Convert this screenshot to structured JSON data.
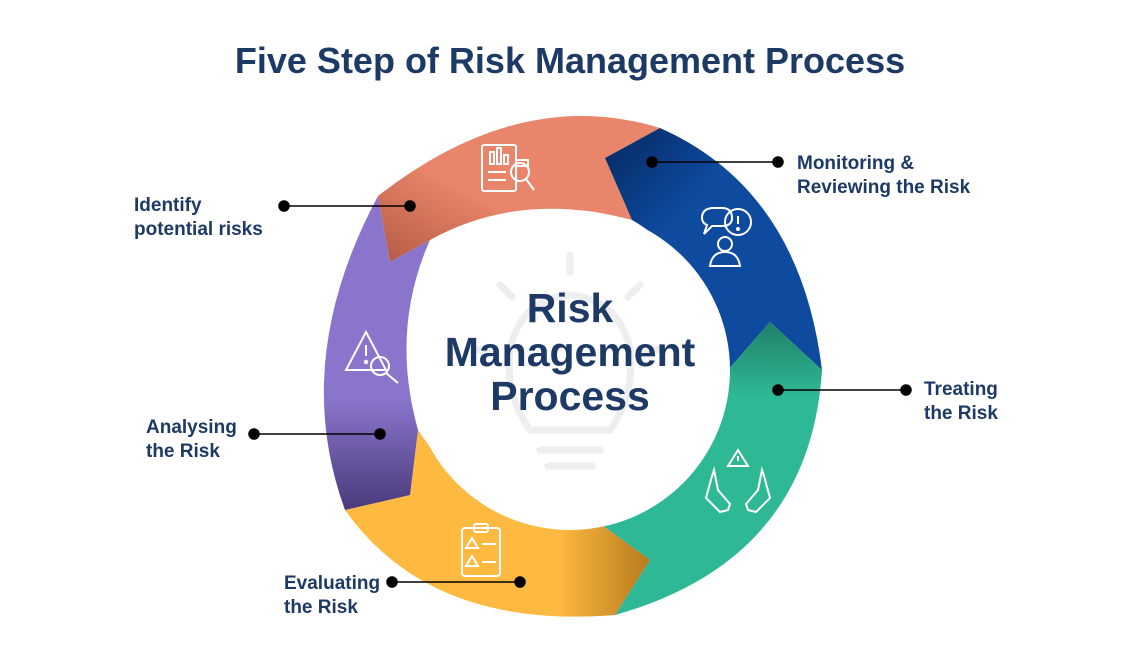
{
  "title": "Five Step of Risk Management Process",
  "center": {
    "line1": "Risk",
    "line2": "Management",
    "line3": "Process"
  },
  "steps": [
    {
      "line1": "Identify",
      "line2": "potential risks",
      "color": "#e8856a",
      "icon": "report-magnifier-icon"
    },
    {
      "line1": "Monitoring &",
      "line2": "Reviewing the Risk",
      "color": "#0e4a9e",
      "icon": "discussion-alert-icon"
    },
    {
      "line1": "Treating",
      "line2": "the Risk",
      "color": "#2eb896",
      "icon": "hands-alert-icon"
    },
    {
      "line1": "Evaluating",
      "line2": "the Risk",
      "color": "#fdb940",
      "icon": "clipboard-alert-icon"
    },
    {
      "line1": "Analysing",
      "line2": "the Risk",
      "color": "#8a74cc",
      "icon": "warning-search-icon"
    }
  ]
}
